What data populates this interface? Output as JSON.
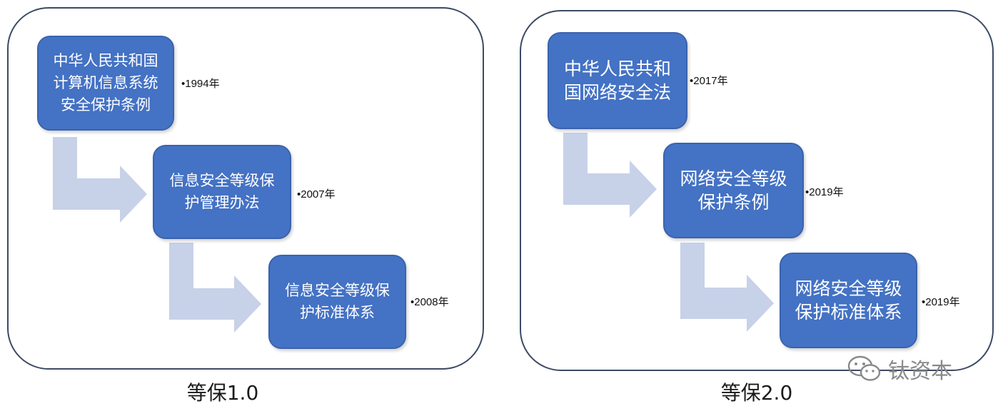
{
  "panels": [
    {
      "title": "等保1.0",
      "items": [
        {
          "label": "中华人民共和国计算机信息系统安全保护条例",
          "year": "•1994年"
        },
        {
          "label": "信息安全等级保护管理办法",
          "year": "•2007年"
        },
        {
          "label": "信息安全等级保护标准体系",
          "year": "•2008年"
        }
      ]
    },
    {
      "title": "等保2.0",
      "items": [
        {
          "label": "中华人民共和国网络安全法",
          "year": "•2017年"
        },
        {
          "label": "网络安全等级保护条例",
          "year": "•2019年"
        },
        {
          "label": "网络安全等级保护标准体系",
          "year": "•2019年"
        }
      ]
    }
  ],
  "watermark": {
    "text": "钛资本",
    "icon": "wechat-icon"
  },
  "colors": {
    "box_fill": "#4472c4",
    "box_border": "#3a63ad",
    "arrow_fill": "#c7d1e8",
    "panel_border": "#3d4a63"
  }
}
